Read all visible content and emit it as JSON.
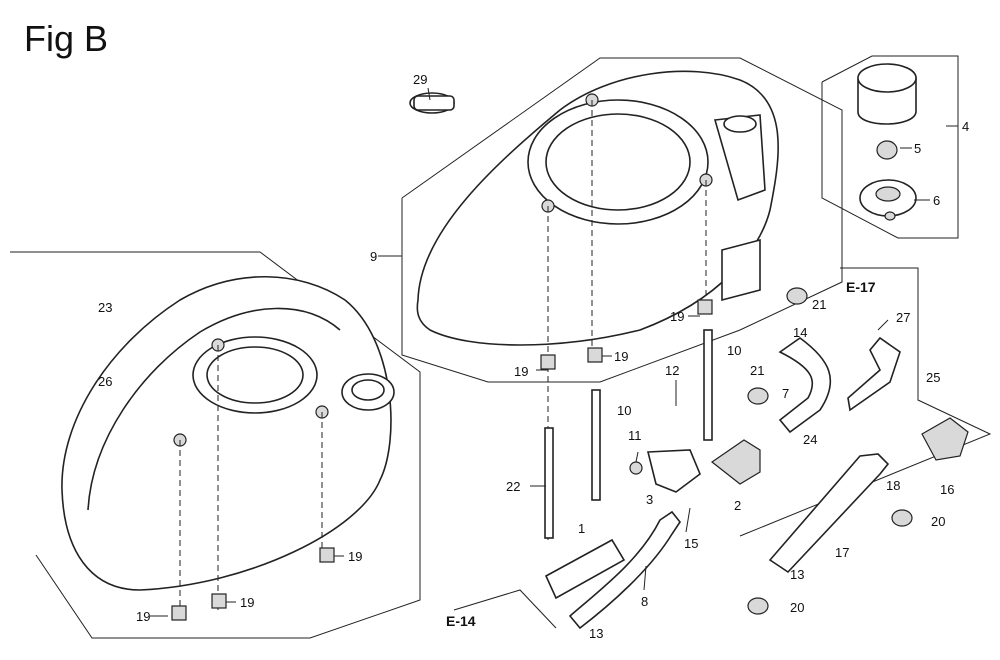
{
  "figure": {
    "title": "Fig B"
  },
  "labels": {
    "l29": "29",
    "l4": "4",
    "l5": "5",
    "l6": "6",
    "l9": "9",
    "l23": "23",
    "l26": "26",
    "l19a": "19",
    "l19b": "19",
    "l19c": "19",
    "l19d": "19",
    "l19e": "19",
    "l19f": "19",
    "l21a": "21",
    "l21b": "21",
    "l14": "14",
    "l10a": "10",
    "l10b": "10",
    "l12": "12",
    "l11": "11",
    "l7": "7",
    "l24": "24",
    "l22": "22",
    "l3": "3",
    "l2": "2",
    "l1": "1",
    "l15": "15",
    "l8": "8",
    "l13a": "13",
    "l13b": "13",
    "l27": "27",
    "l25": "25",
    "l18": "18",
    "l16": "16",
    "l20a": "20",
    "l20b": "20",
    "l17": "17"
  },
  "refs": {
    "e17": "E-17",
    "e14": "E-14"
  }
}
